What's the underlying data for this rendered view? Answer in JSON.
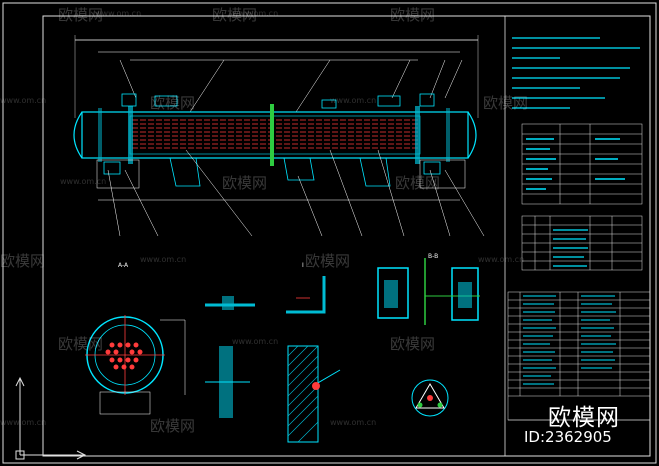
{
  "drawing": {
    "view_label_a": "A-A",
    "view_label_b": "B-B",
    "view_label_c": "I"
  },
  "watermark": {
    "brand_text": "欧模网",
    "site_text": "www.om.cn",
    "id_text": "ID:2362905"
  },
  "colors": {
    "background": "#000000",
    "frame": "#ffffff",
    "shell": "#00e5ff",
    "tubes": "#ff3b3b",
    "baffle": "#2ecc40",
    "hatch": "#00bcd4",
    "text": "#f2f2f2"
  }
}
